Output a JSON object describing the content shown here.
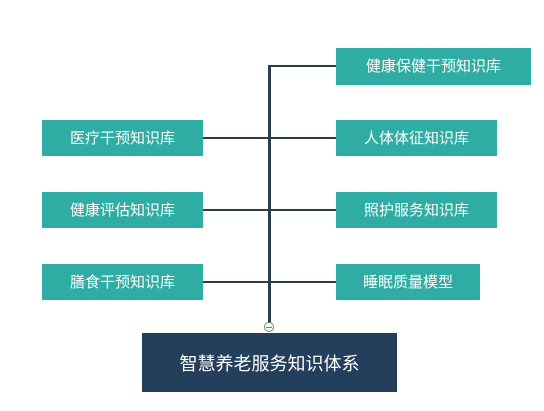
{
  "diagram": {
    "root": {
      "label": "智慧养老服务知识体系"
    },
    "left_branches": [
      {
        "label": "医疗干预知识库"
      },
      {
        "label": "健康评估知识库"
      },
      {
        "label": "膳食干预知识库"
      }
    ],
    "right_branches": [
      {
        "label": "健康保健干预知识库"
      },
      {
        "label": "人体体征知识库"
      },
      {
        "label": "照护服务知识库"
      },
      {
        "label": "睡眠质量模型"
      }
    ],
    "colors": {
      "branch_node": "#2fada4",
      "root_node": "#243f5c",
      "connector": "#2a3f4e"
    }
  }
}
